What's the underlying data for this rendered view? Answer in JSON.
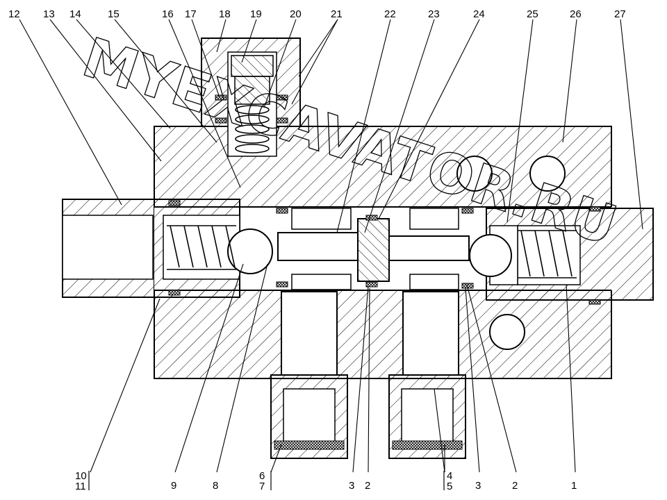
{
  "callouts_top": [
    "12",
    "13",
    "14",
    "15",
    "16",
    "17",
    "18",
    "19",
    "20",
    "21",
    "22",
    "23",
    "24",
    "25",
    "26",
    "27"
  ],
  "callouts_bottom": [
    "9",
    "8",
    "3",
    "2",
    "3",
    "2",
    "1"
  ],
  "callouts_bottom_pairs": [
    {
      "a": "10",
      "b": "11"
    },
    {
      "a": "6",
      "b": "7"
    },
    {
      "a": "4",
      "b": "5"
    }
  ],
  "watermark": "MYEXCAVATOR.RU"
}
